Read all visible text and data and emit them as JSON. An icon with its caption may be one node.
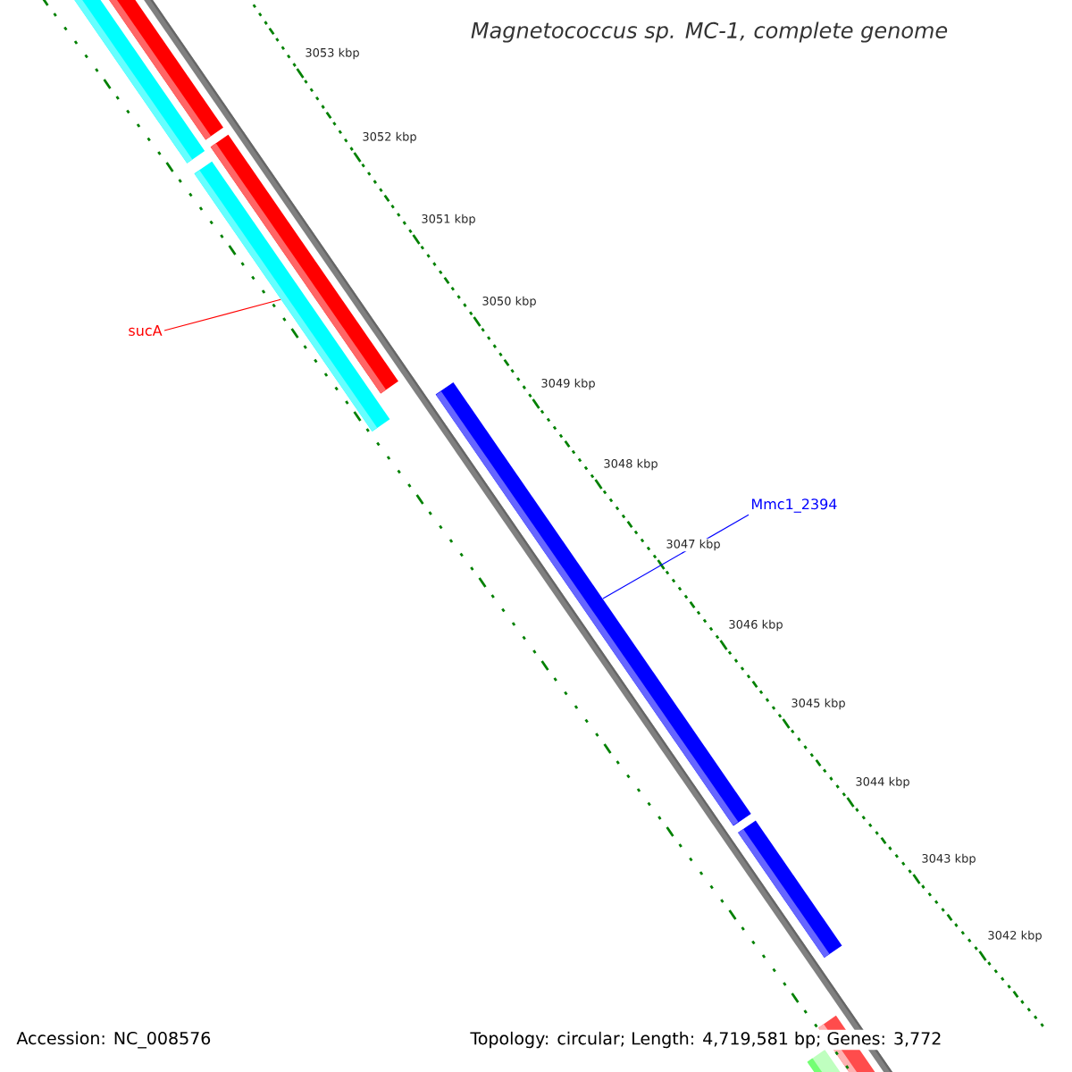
{
  "diagram": {
    "title": "Magnetococcus sp. MC-1, complete genome",
    "nodes": [
      {
        "text": [
          "sucA"
        ]
      },
      {
        "text": [],
        "shape": "bar"
      },
      {
        "text": [
          "Mmc1_2394"
        ]
      },
      {
        "text": [],
        "shape": "bar"
      }
    ],
    "edges": [
      {
        "from": 0,
        "to": 1,
        "arrow": "none",
        "color": "#ff0000"
      },
      {
        "from": 2,
        "to": 3,
        "arrow": "none",
        "color": "#0000ff"
      }
    ],
    "labels": [
      "3053 kbp",
      "3052 kbp",
      "3051 kbp",
      "3050 kbp",
      "3049 kbp",
      "3048 kbp",
      "3047 kbp",
      "3046 kbp",
      "3045 kbp",
      "3044 kbp",
      "3043 kbp",
      "3042 kbp",
      "Accession: NC_008576",
      "Topology: circular; Length: 4,719,581 bp; Genes: 3,772"
    ]
  }
}
